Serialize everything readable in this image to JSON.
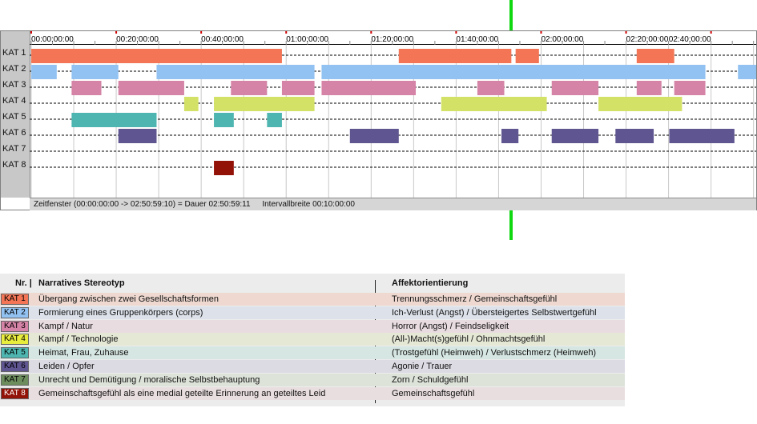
{
  "chart_data": {
    "type": "gantt",
    "x_axis": {
      "range": [
        "00:00:00:00",
        "02:50:59:10"
      ],
      "ticks": [
        "00:00:00:00",
        "00:20:00:00",
        "00:40:00:00",
        "01:00:00:00",
        "01:20:00:00",
        "01:40:00:00",
        "02:00:00:00",
        "02:20:00:00",
        "02:40:00:00"
      ],
      "minor_interval": "00:10:00:00",
      "grid": true
    },
    "categories": [
      "KAT 1",
      "KAT 2",
      "KAT 3",
      "KAT 4",
      "KAT 5",
      "KAT 6",
      "KAT 7",
      "KAT 8"
    ],
    "colors": [
      "#f47555",
      "#92c2f2",
      "#d584a7",
      "#d3e266",
      "#4eb5b0",
      "#5f5590",
      "#5f5590",
      "#921208"
    ],
    "series": [
      {
        "category": "KAT 1",
        "segments": [
          [
            "00:00:00",
            "00:59:00"
          ],
          [
            "01:26:30",
            "01:53:00"
          ],
          [
            "01:54:00",
            "01:59:30"
          ],
          [
            "02:22:30",
            "02:31:20"
          ]
        ]
      },
      {
        "category": "KAT 2",
        "segments": [
          [
            "00:00:00",
            "00:06:00"
          ],
          [
            "00:09:30",
            "00:20:30"
          ],
          [
            "00:29:30",
            "01:06:40"
          ],
          [
            "01:08:20",
            "02:38:40"
          ],
          [
            "02:46:20",
            "02:50:59"
          ]
        ]
      },
      {
        "category": "KAT 3",
        "segments": [
          [
            "00:09:30",
            "00:16:30"
          ],
          [
            "00:20:30",
            "00:36:00"
          ],
          [
            "00:47:00",
            "00:55:30"
          ],
          [
            "00:59:00",
            "01:06:40"
          ],
          [
            "01:08:20",
            "01:30:30"
          ],
          [
            "01:45:00",
            "01:51:20"
          ],
          [
            "02:02:30",
            "02:13:30"
          ],
          [
            "02:22:30",
            "02:28:20"
          ],
          [
            "02:31:20",
            "02:38:40"
          ]
        ]
      },
      {
        "category": "KAT 4",
        "segments": [
          [
            "00:36:00",
            "00:39:20"
          ],
          [
            "00:43:00",
            "01:06:40"
          ],
          [
            "01:36:30",
            "02:01:20"
          ],
          [
            "02:13:30",
            "02:33:10"
          ]
        ]
      },
      {
        "category": "KAT 5",
        "segments": [
          [
            "00:09:30",
            "00:29:30"
          ],
          [
            "00:43:00",
            "00:47:40"
          ],
          [
            "00:55:30",
            "00:59:00"
          ]
        ]
      },
      {
        "category": "KAT 6",
        "segments": [
          [
            "00:20:30",
            "00:29:30"
          ],
          [
            "01:15:00",
            "01:26:30"
          ],
          [
            "01:50:40",
            "01:54:40"
          ],
          [
            "02:02:30",
            "02:13:30"
          ],
          [
            "02:17:30",
            "02:26:30"
          ],
          [
            "02:30:10",
            "02:45:30"
          ]
        ]
      },
      {
        "category": "KAT 7",
        "segments": []
      },
      {
        "category": "KAT 8",
        "segments": [
          [
            "00:43:00",
            "00:47:40"
          ]
        ]
      }
    ],
    "status": {
      "window": "Zeitfenster (00:00:00:00 -> 02:50:59:10) = Dauer 02:50:59:11",
      "interval": "Intervallbreite 00:10:00:00"
    }
  },
  "legend": {
    "headers": {
      "nr": "Nr. |",
      "stereotype": "Narratives Stereotyp",
      "affect": "Affektorientierung"
    },
    "rows": [
      {
        "code": "KAT 1",
        "color": "#f47555",
        "bg": "#eed8d0",
        "stereotype": "Übergang zwischen zwei Gesellschaftsformen",
        "affect": "Trennungsschmerz / Gemeinschaftsgefühl"
      },
      {
        "code": "KAT 2",
        "color": "#92c2f2",
        "bg": "#dde2ea",
        "stereotype": "Formierung eines Gruppenkörpers (corps)",
        "affect": "Ich-Verlust (Angst) / Übersteigertes Selbstwertgefühl"
      },
      {
        "code": "KAT 3",
        "color": "#d584a7",
        "bg": "#e9dce0",
        "stereotype": "Kampf / Natur",
        "affect": "Horror (Angst) / Feindseligkeit"
      },
      {
        "code": "KAT 4",
        "color": "#e8ec3c",
        "bg": "#e6e8d6",
        "stereotype": "Kampf / Technologie",
        "affect": "(All-)Macht(s)gefühl / Ohnmachtsgefühl"
      },
      {
        "code": "KAT 5",
        "color": "#4eb5b0",
        "bg": "#d6e6e2",
        "stereotype": "Heimat, Frau, Zuhause",
        "affect": "(Trostgefühl (Heimweh) / Verlustschmerz (Heimweh)"
      },
      {
        "code": "KAT 6",
        "color": "#5f5590",
        "bg": "#dcdbe4",
        "stereotype": "Leiden / Opfer",
        "affect": "Agonie / Trauer"
      },
      {
        "code": "KAT 7",
        "color": "#6d8d5d",
        "bg": "#dde3d9",
        "stereotype": "Unrecht und Demütigung / moralische Selbstbehauptung",
        "affect": "Zorn / Schuldgefühl"
      },
      {
        "code": "KAT 8",
        "color": "#921208",
        "bg": "#e9dedf",
        "stereotype": "Gemeinschaftsgefühl als eine medial geteilte Erinnerung an geteiltes Leid",
        "affect": "Gemeinschaftsgefühl"
      }
    ]
  }
}
